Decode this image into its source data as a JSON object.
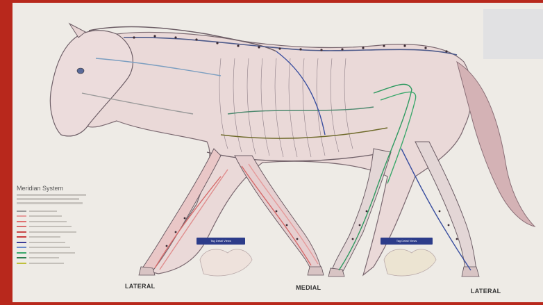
{
  "legend": {
    "title": "Meridian System",
    "swatch_colors": [
      "#9a9a9a",
      "#e59a9a",
      "#e07070",
      "#d86c6c",
      "#c84848",
      "#c83c3c",
      "#3c3c96",
      "#6b8acb",
      "#3aa86b",
      "#2d7d4e",
      "#bfbf3c"
    ]
  },
  "labels": {
    "left_foot": "LATERAL",
    "middle_foot": "MEDIAL",
    "right_foot": "LATERAL",
    "insert_left_title": "Tag Detail Views",
    "insert_right_title": "Tag Detail Views"
  },
  "colors": {
    "frame": "#b8281c",
    "poster": "#eeebe6",
    "outline": "#6d5e66",
    "meridian_red": "#d66a6a",
    "meridian_green": "#2f9a60",
    "meridian_blue": "#3a4fa0",
    "meridian_olive": "#6f6a2a"
  }
}
